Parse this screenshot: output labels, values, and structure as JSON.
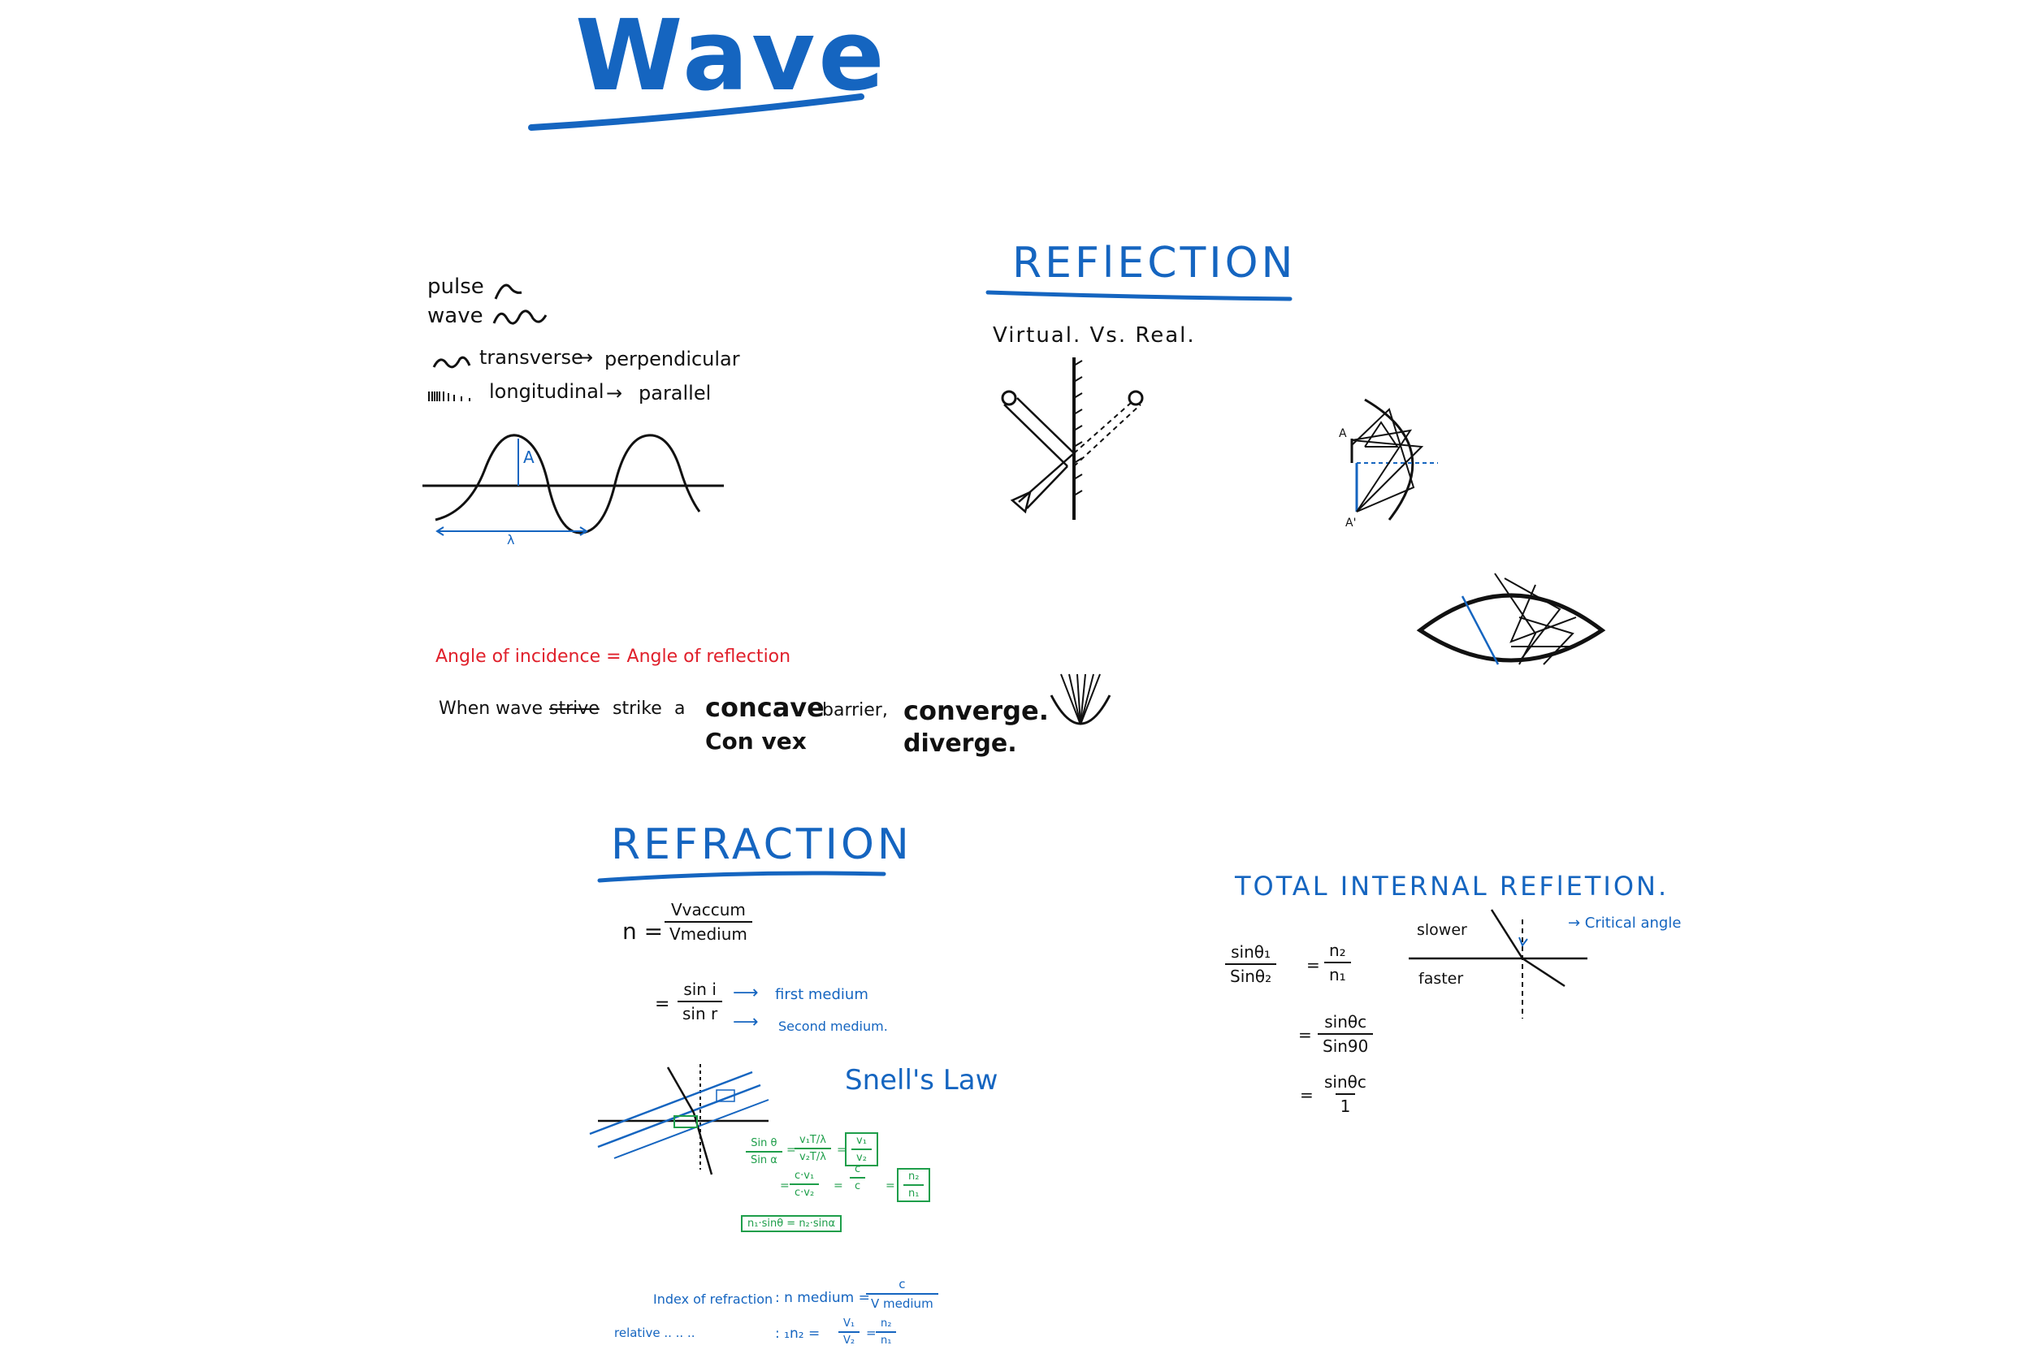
{
  "title": "Wave",
  "waves": {
    "pulse": "pulse",
    "wave": "wave",
    "transverse": "transverse",
    "perpendicular": "perpendicular",
    "longitudinal": "longitudinal",
    "parallel": "parallel",
    "amplitude": "A",
    "wavelength": "λ"
  },
  "reflection": {
    "heading": "REFlECTION",
    "virtual_vs_real": "Virtual.   Vs.   Real.",
    "mirror_label_a": "A",
    "mirror_label_a_prime": "A'",
    "law": "Angle of incidence = Angle of reflection",
    "when": "When",
    "wave_word": "wave",
    "strive": "strive",
    "strike": "strike",
    "a_word": "a",
    "concave": "concave",
    "convex": "Con vex",
    "barrier": "barrier,",
    "converge": "converge.",
    "diverge": "diverge."
  },
  "refraction": {
    "heading": "REFRACTION",
    "n_eq": "n =",
    "v_vaccum": "Vvaccum",
    "v_medium": "Vmedium",
    "eq2": "=",
    "sin_i": "sin i",
    "sin_r": "sin r",
    "first_medium": "first medium",
    "second_medium": "Second medium.",
    "snells_law": "Snell's Law",
    "d_sin_theta": "Sin θ",
    "d_sin_alpha": "Sin α",
    "d_v1t": "v₁T/λ",
    "d_v2t": "v₂T/λ",
    "d_v1": "v₁",
    "d_v2": "v₂",
    "d_cv1": "c·v₁",
    "d_cv2": "c·v₂",
    "d_c_over": "c",
    "d_n1": "n₁",
    "d_n2": "n₂",
    "d_snell_box": "n₁·sinθ = n₂·sinα",
    "index_label": "Index of refraction",
    "index_eq": ": n medium =",
    "index_c": "c",
    "index_vmedium": "V medium",
    "relative_label": "relative   ..   ..   ..",
    "relative_eq": ": ₁n₂ =",
    "rel_v1": "V₁",
    "rel_v2": "V₂",
    "rel_n2": "n₂",
    "rel_n1": "n₁"
  },
  "tir": {
    "heading": "TOTAL  INTERNAL   REFlETION.",
    "sin1": "sinθ₁",
    "sin2": "Sinθ₂",
    "n2": "n₂",
    "n1": "n₁",
    "sinc": "sinθc",
    "sin90": "Sin90",
    "sinc2": "sinθc",
    "one": "1",
    "slower": "slower",
    "faster": "faster",
    "critical": "→ Critical angle"
  },
  "colors": {
    "ink_blue": "#1565c0",
    "ink_black": "#111111",
    "ink_red": "#e0202b",
    "ink_green": "#1e9e4a"
  }
}
